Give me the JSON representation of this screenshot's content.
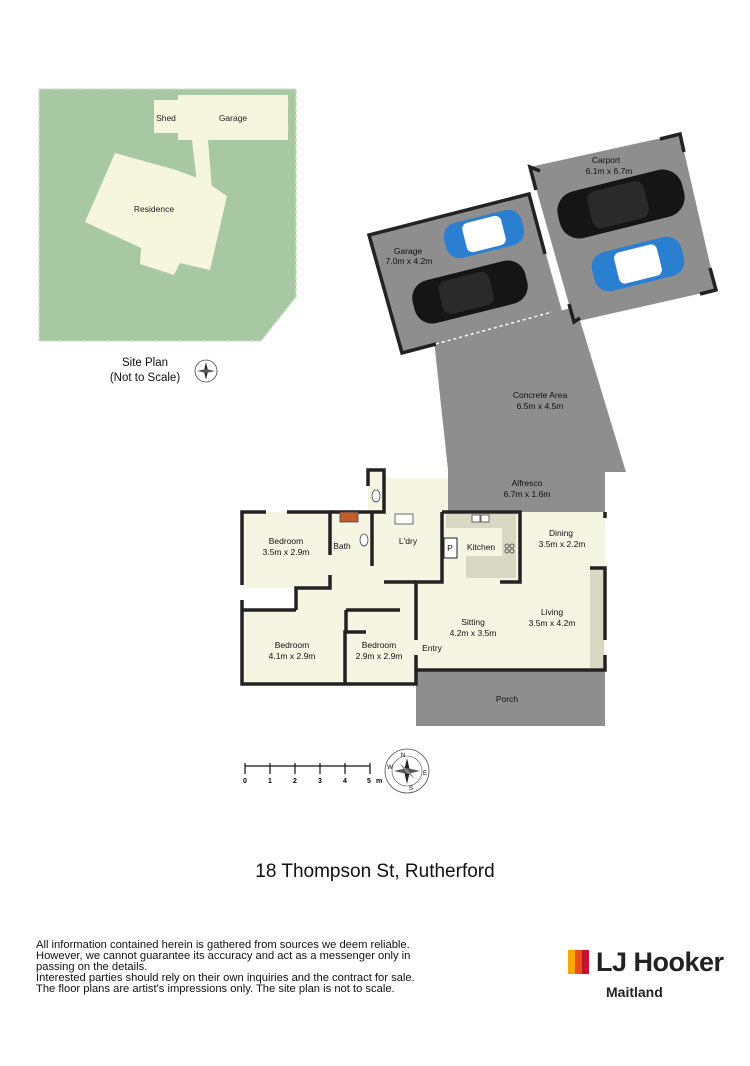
{
  "site_plan": {
    "labels": {
      "shed": "Shed",
      "garage": "Garage",
      "residence": "Residence"
    },
    "title_line1": "Site Plan",
    "title_line2": "(Not to Scale)"
  },
  "floor_plan": {
    "rooms": {
      "carport": {
        "name": "Carport",
        "dims": "6.1m x 6.7m"
      },
      "garage": {
        "name": "Garage",
        "dims": "7.0m x 4.2m"
      },
      "concrete": {
        "name": "Concrete Area",
        "dims": "6.5m x 4.5m"
      },
      "alfresco": {
        "name": "Alfresco",
        "dims": "6.7m x 1.6m"
      },
      "bedroom1": {
        "name": "Bedroom",
        "dims": "3.5m x 2.9m"
      },
      "bath": {
        "name": "Bath"
      },
      "laundry": {
        "name": "L'dry"
      },
      "pantry": {
        "name": "P"
      },
      "kitchen": {
        "name": "Kitchen"
      },
      "dining": {
        "name": "Dining",
        "dims": "3.5m x 2.2m"
      },
      "living": {
        "name": "Living",
        "dims": "3.5m x 4.2m"
      },
      "sitting": {
        "name": "Sitting",
        "dims": "4.2m x 3.5m"
      },
      "entry": {
        "name": "Entry"
      },
      "bedroom2": {
        "name": "Bedroom",
        "dims": "4.1m x 2.9m"
      },
      "bedroom3": {
        "name": "Bedroom",
        "dims": "2.9m x 2.9m"
      },
      "porch": {
        "name": "Porch"
      }
    }
  },
  "scale_bar": {
    "ticks": [
      "0",
      "1",
      "2",
      "3",
      "4",
      "5"
    ],
    "unit": "m"
  },
  "compass": {
    "n": "N",
    "s": "S",
    "e": "E",
    "w": "W"
  },
  "address": "18 Thompson St, Rutherford",
  "disclaimer": [
    "All information contained herein is gathered from sources we deem reliable.",
    "However, we cannot guarantee its accuracy and act as a messenger only in",
    "passing on the details.",
    "Interested parties should rely on their own inquiries and the contract for sale.",
    "The floor plans are artist's impressions only. The site plan is not to scale."
  ],
  "brand": {
    "name": "LJ Hooker",
    "office": "Maitland",
    "colors": {
      "bar1": "#f7a800",
      "bar2": "#e94e1b",
      "bar3": "#c4122f"
    }
  },
  "colors": {
    "lawn": "#a8c8a4",
    "building": "#f6f6de",
    "floor": "#f5f5e4",
    "concrete": "#8e8e8e",
    "wall": "#222222",
    "car_blue": "#2a7fd0",
    "car_black": "#151515"
  },
  "icons": {
    "compass": "compass-rose-icon",
    "car": "car-icon"
  }
}
